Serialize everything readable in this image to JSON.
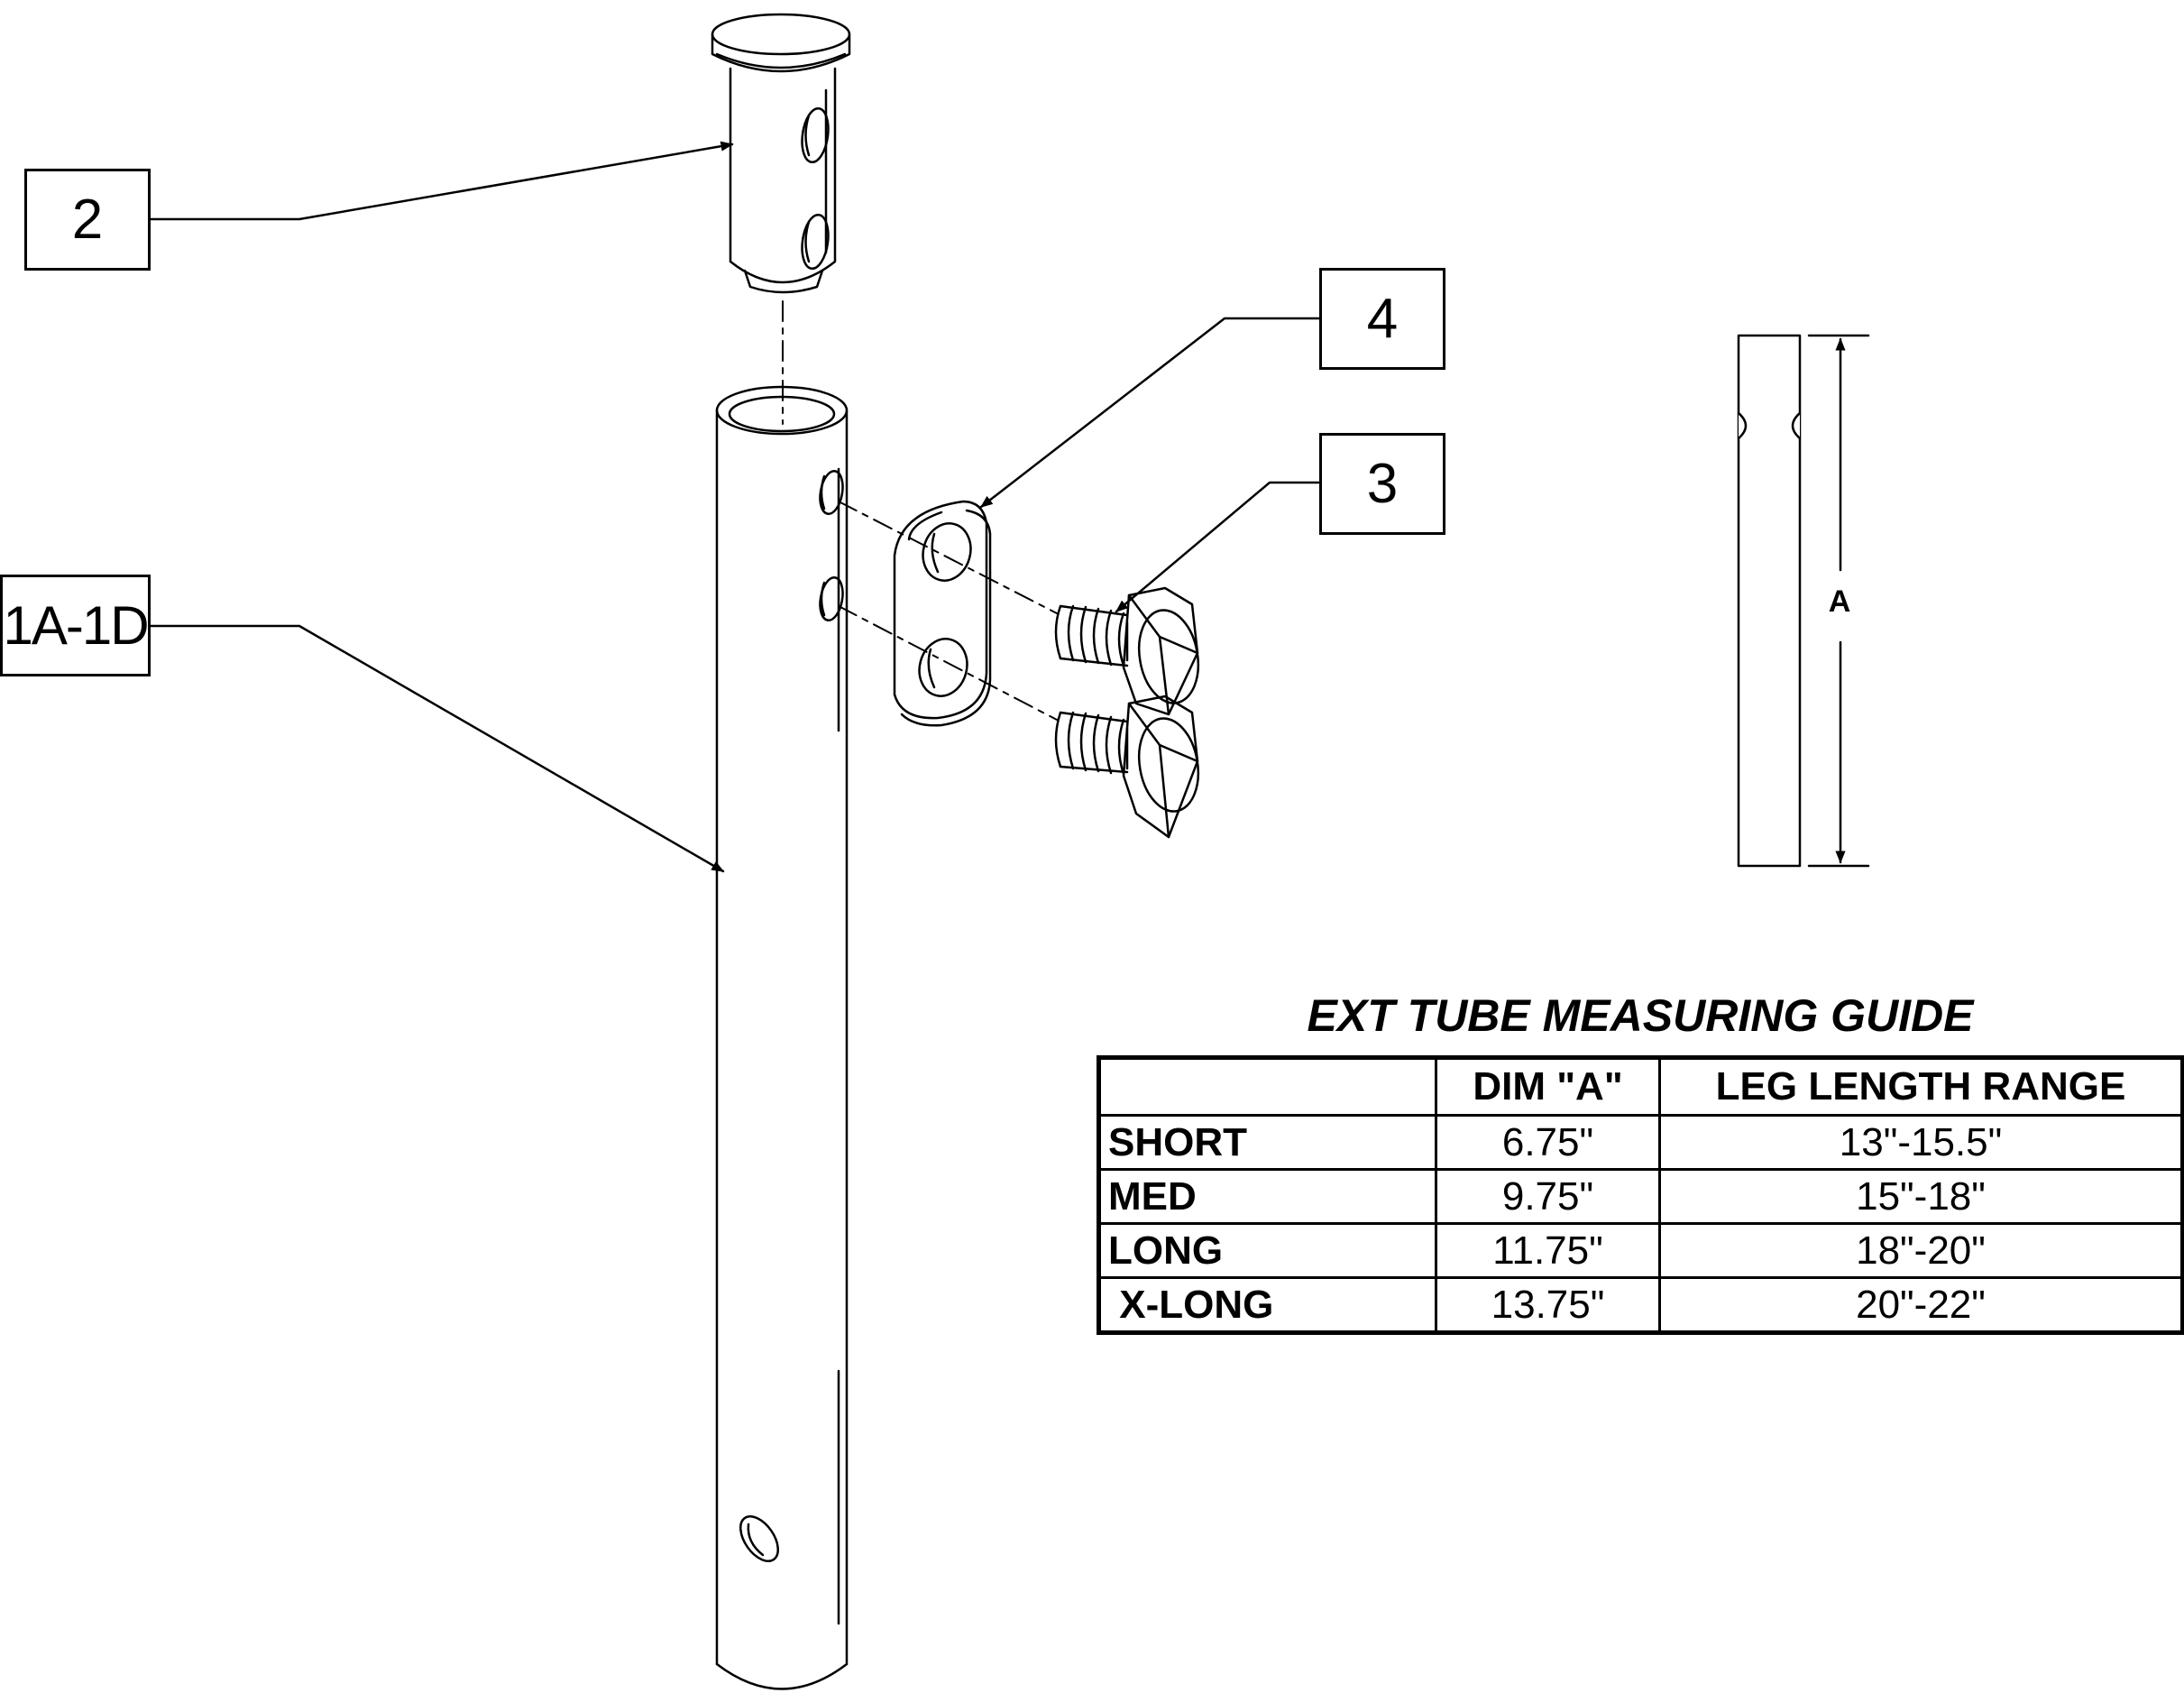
{
  "callouts": {
    "pin": "2",
    "plate": "4",
    "bolt": "3",
    "tube": "1A-1D"
  },
  "dimension_label": "A",
  "guide": {
    "title": "EXT TUBE MEASURING GUIDE",
    "headers": [
      "",
      "DIM \"A\"",
      "LEG LENGTH RANGE"
    ],
    "rows": [
      {
        "size": "SHORT",
        "dim": "6.75\"",
        "range": "13\"-15.5\""
      },
      {
        "size": "MED",
        "dim": "9.75\"",
        "range": "15\"-18\""
      },
      {
        "size": "LONG",
        "dim": "11.75\"",
        "range": "18\"-20\""
      },
      {
        "size": " X-LONG",
        "dim": "13.75\"",
        "range": "20\"-22\""
      }
    ]
  }
}
